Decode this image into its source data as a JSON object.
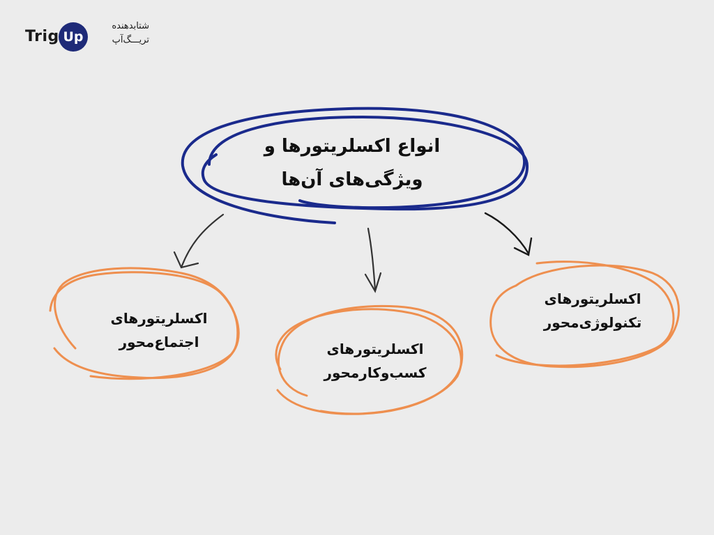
{
  "logo": {
    "brand_left": "Trig",
    "brand_badge": "Up",
    "fa_line1": "شتابدهنده",
    "fa_line2": "تریـــگ‌آپ"
  },
  "colors": {
    "background": "#ececec",
    "title_ellipse": "#1a2a8c",
    "sub_ellipse": "#ee8f4f",
    "arrow": "#333333",
    "badge": "#1e2a78"
  },
  "main": {
    "line1": "انواع اکسلریتورها و",
    "line2": "ویژگی‌های آن‌ها"
  },
  "branches": [
    {
      "id": "social",
      "line1": "اکسلریتورهای",
      "line2": "اجتماع‌محور"
    },
    {
      "id": "business",
      "line1": "اکسلریتورهای",
      "line2": "کسب‌وکارمحور"
    },
    {
      "id": "tech",
      "line1": "اکسلریتورهای",
      "line2": "تکنولوژی‌محور"
    }
  ]
}
